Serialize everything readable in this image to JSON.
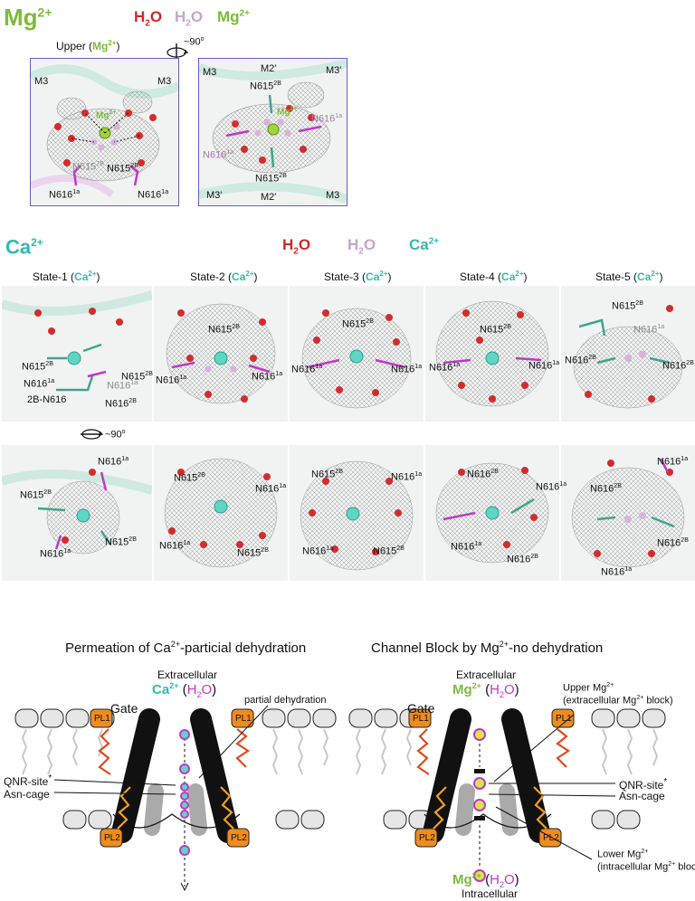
{
  "mg_section": {
    "title": "Mg",
    "title_sup": "2+",
    "legend": [
      {
        "text": "H",
        "sub": "2",
        "tail": "O",
        "color": "#cc2a2a"
      },
      {
        "text": "H",
        "sub": "2",
        "tail": "O",
        "color": "#c7a4c9"
      },
      {
        "text": "Mg",
        "sup": "2+",
        "color": "#7dbb3b"
      }
    ],
    "upper_label": "Upper (",
    "upper_ion": "Mg",
    "upper_ion_sup": "2+",
    "upper_close": ")",
    "rotation": "~90",
    "rotation_sup": "o",
    "panel1": {
      "labels": [
        "M3",
        "M3",
        "Mg",
        "N615",
        "N615",
        "N616",
        "N616"
      ],
      "sups": [
        "",
        "",
        "2+",
        "2B",
        "2B",
        "1a",
        "1a"
      ]
    },
    "panel2": {
      "labels": [
        "M3",
        "M2'",
        "M3'",
        "N615",
        "Mg",
        "N616",
        "N616",
        "N615",
        "M3'",
        "M2'",
        "M3"
      ],
      "sups": [
        "",
        "",
        "",
        "2B",
        "2+",
        "1a",
        "1a",
        "2B",
        "",
        "",
        ""
      ]
    }
  },
  "ca_section": {
    "title": "Ca",
    "title_sup": "2+",
    "legend": [
      {
        "text": "H",
        "sub": "2",
        "tail": "O",
        "color": "#cc2a2a"
      },
      {
        "text": "H",
        "sub": "2",
        "tail": "O",
        "color": "#c7a4c9"
      },
      {
        "text": "Ca",
        "sup": "2+",
        "color": "#35b8b0"
      }
    ],
    "states": [
      {
        "name": "State-1 (",
        "ion": "Ca",
        "sup": "2+",
        "close": ")"
      },
      {
        "name": "State-2 (",
        "ion": "Ca",
        "sup": "2+",
        "close": ")"
      },
      {
        "name": "State-3 (",
        "ion": "Ca",
        "sup": "2+",
        "close": ")"
      },
      {
        "name": "State-4 (",
        "ion": "Ca",
        "sup": "2+",
        "close": ")"
      },
      {
        "name": "State-5 (",
        "ion": "Ca",
        "sup": "2+",
        "close": ")"
      }
    ],
    "rotation": "~90",
    "rotation_sup": "o",
    "top_labels": {
      "s1": [
        [
          "N615",
          "2B"
        ],
        [
          "N616",
          "1a"
        ],
        [
          "N615",
          "2B"
        ],
        [
          "N616",
          "1a"
        ],
        [
          "2B-N616",
          ""
        ],
        [
          "N616",
          "2B"
        ]
      ],
      "s2": [
        [
          "N615",
          "2B"
        ],
        [
          "N616",
          "1a"
        ],
        [
          "N616",
          "1a"
        ]
      ],
      "s3": [
        [
          "N615",
          "2B"
        ],
        [
          "N616",
          "1a"
        ],
        [
          "N616",
          "1a"
        ]
      ],
      "s4": [
        [
          "N615",
          "2B"
        ],
        [
          "N616",
          "1a"
        ],
        [
          "N616",
          "1a"
        ]
      ],
      "s5": [
        [
          "N615",
          "2B"
        ],
        [
          "N616",
          "1a"
        ],
        [
          "N616",
          "2B"
        ],
        [
          "N616",
          "2B"
        ]
      ]
    },
    "bottom_labels": {
      "s1": [
        [
          "N616",
          "1a"
        ],
        [
          "N615",
          "2B"
        ],
        [
          "N615",
          "2B"
        ],
        [
          "N616",
          "1a"
        ]
      ],
      "s2": [
        [
          "N615",
          "2B"
        ],
        [
          "N616",
          "1a"
        ],
        [
          "N616",
          "1a"
        ],
        [
          "N615",
          "2B"
        ]
      ],
      "s3": [
        [
          "N615",
          "2B"
        ],
        [
          "N616",
          "1a"
        ],
        [
          "N616",
          "1a"
        ],
        [
          "N615",
          "2B"
        ]
      ],
      "s4": [
        [
          "N616",
          "2B"
        ],
        [
          "N616",
          "1a"
        ],
        [
          "N616",
          "1a"
        ],
        [
          "N616",
          "2B"
        ]
      ],
      "s5": [
        [
          "N616",
          "1a"
        ],
        [
          "N616",
          "2B"
        ],
        [
          "N616",
          "2B"
        ],
        [
          "N616",
          "1a"
        ]
      ]
    }
  },
  "permeation": {
    "title_pre": "Permeation of Ca",
    "title_sup": "2+",
    "title_post": "-particial dehydration",
    "extracellular": "Extracellular",
    "ion": "Ca",
    "ion_sup": "2+",
    "h2o_open": " (",
    "h2o_H": "H",
    "h2o_sub": "2",
    "h2o_O": "O",
    "h2o_close": ")",
    "partial": "partial dehydration",
    "gate": "Gate",
    "pl1": "PL1",
    "pl2": "PL2",
    "qnr": "QNR-site",
    "qnr_star": "*",
    "asn": "Asn-cage"
  },
  "block": {
    "title_pre": "Channel Block by Mg",
    "title_sup": "2+",
    "title_post": "-no dehydration",
    "extracellular": "Extracellular",
    "ion": "Mg",
    "ion_sup": "2+",
    "h2o_open": " (",
    "h2o_H": "H",
    "h2o_sub": "2",
    "h2o_O": "O",
    "h2o_close": ")",
    "upper1": "Upper Mg",
    "upper_sup": "2+",
    "upper2": "(extracellular Mg",
    "upper2_sup": "2+",
    "upper2_post": " block)",
    "gate": "Gate",
    "pl1": "PL1",
    "pl2": "PL2",
    "qnr": "QNR-site",
    "qnr_star": "*",
    "asn": "Asn-cage",
    "lower1": "Lower Mg",
    "lower_sup": "2+",
    "lower2": "(intracellular Mg",
    "lower2_sup": "2+",
    "lower2_post": " block)",
    "intracellular": "Intracellular",
    "bottom_ion": "Mg",
    "bottom_ion_sup": "2+"
  },
  "colors": {
    "water_red": "#cc2a2a",
    "water_pink": "#c7a4c9",
    "mg_green": "#7dbb3b",
    "ca_teal": "#35b8b0",
    "pl_orange": "#f08c1e",
    "carbon_teal": "#3fa58c",
    "carbon_magenta": "#c038c8"
  }
}
